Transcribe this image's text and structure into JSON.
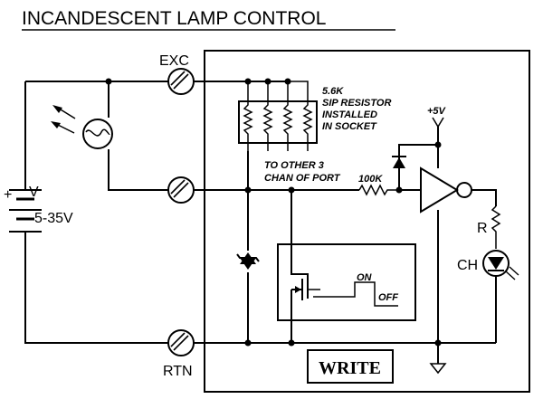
{
  "title": "INCANDESCENT LAMP CONTROL",
  "labels": {
    "exc": "EXC",
    "rtn": "RTN",
    "supply_plus": "+",
    "supply_v": "V",
    "supply_range": "5-35V",
    "sip_note": [
      "5.6K",
      "SIP RESISTOR",
      "INSTALLED",
      "IN SOCKET"
    ],
    "other_chan": [
      "TO OTHER 3",
      "CHAN OF PORT"
    ],
    "res_100k": "100K",
    "plus5v": "+5V",
    "r": "R",
    "ch": "CH",
    "on": "ON",
    "off": "OFF",
    "write": "WRITE"
  }
}
